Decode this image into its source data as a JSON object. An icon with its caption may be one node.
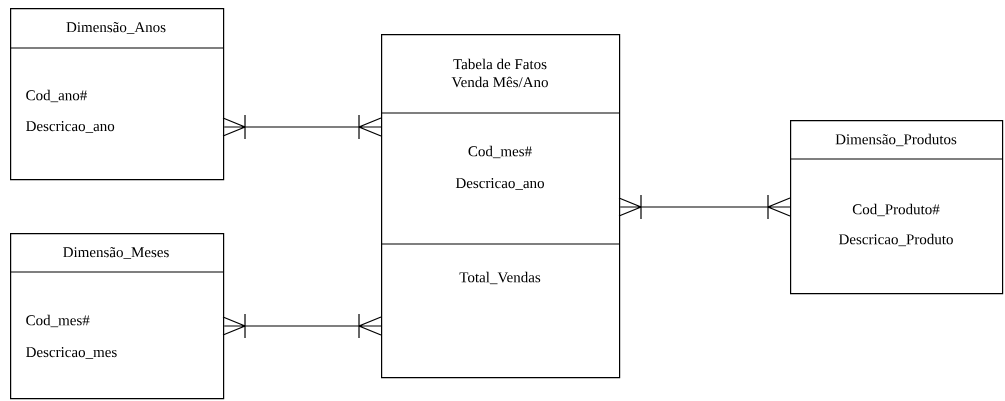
{
  "diagram": {
    "nodes": [
      {
        "text": [
          "Dimensão_Anos",
          "Cod_ano#",
          "Descricao_ano"
        ]
      },
      {
        "text": [
          "Dimensão_Meses",
          "Cod_mes#",
          "Descricao_mes"
        ]
      },
      {
        "text": [
          "Tabela de Fatos Venda Mês/Ano",
          "Cod_mes#",
          "Descricao_ano",
          "Total_Vendas"
        ]
      },
      {
        "text": [
          "Dimensão_Produtos",
          "Cod_Produto#",
          "Descricao_Produto"
        ]
      }
    ],
    "edges": [
      {
        "from": 0,
        "to": 2,
        "arrow": "other"
      },
      {
        "from": 1,
        "to": 2,
        "arrow": "other"
      },
      {
        "from": 2,
        "to": 3,
        "arrow": "other"
      }
    ]
  }
}
